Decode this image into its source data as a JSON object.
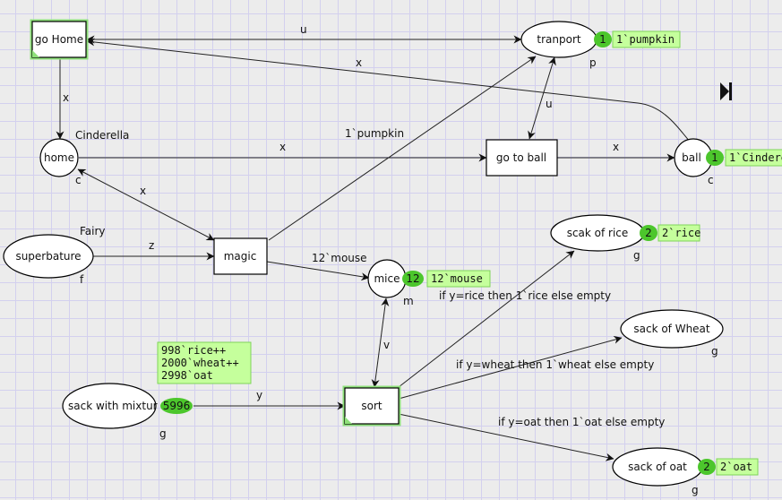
{
  "places": {
    "tranport": {
      "name": "tranport",
      "type": "p",
      "tokens": "1",
      "marking": "1`pumpkin"
    },
    "home": {
      "name": "home",
      "type": "c",
      "label": "Cinderella"
    },
    "ball": {
      "name": "ball",
      "type": "c",
      "tokens": "1",
      "marking": "1`Cindere"
    },
    "superbature": {
      "name": "superbature",
      "type": "f",
      "label": "Fairy"
    },
    "mice": {
      "name": "mice",
      "type": "m",
      "tokens": "12",
      "marking": "12`mouse"
    },
    "sack_mixture": {
      "name": "sack with mixtur",
      "type": "g",
      "tokens": "5996",
      "marking_lines": [
        "998`rice++",
        "2000`wheat++",
        "2998`oat"
      ]
    },
    "sack_rice": {
      "name": "scak of rice",
      "type": "g",
      "tokens": "2",
      "marking": "2`rice"
    },
    "sack_wheat": {
      "name": "sack of Wheat",
      "type": "g"
    },
    "sack_oat": {
      "name": "sack of oat",
      "type": "g",
      "tokens": "2",
      "marking": "2`oat"
    }
  },
  "transitions": {
    "go_home": {
      "name": "go Home"
    },
    "go_to_ball": {
      "name": "go to ball"
    },
    "magic": {
      "name": "magic"
    },
    "sort": {
      "name": "sort"
    }
  },
  "arcs": {
    "gohome_tranport": "u",
    "ball_gohome": "x",
    "gohome_home": "x",
    "magic_tranport": "1`pumpkin",
    "tranport_gotoball": "u",
    "home_gotoball": "x",
    "gotoball_ball": "x",
    "home_magic": "x",
    "superbature_magic": "z",
    "magic_mice": "12`mouse",
    "mice_sort": "v",
    "mixture_sort": "y",
    "sort_rice": "if y=rice then 1`rice else empty",
    "sort_wheat": "if y=wheat then 1`wheat else empty",
    "sort_oat": "if y=oat then 1`oat else empty"
  },
  "colors": {
    "token": "#4cc62c",
    "marking_bg": "#c5ff9c",
    "enabled_glow": "#8ee07a"
  },
  "toolbar": {
    "play_icon": "step-forward-icon"
  }
}
